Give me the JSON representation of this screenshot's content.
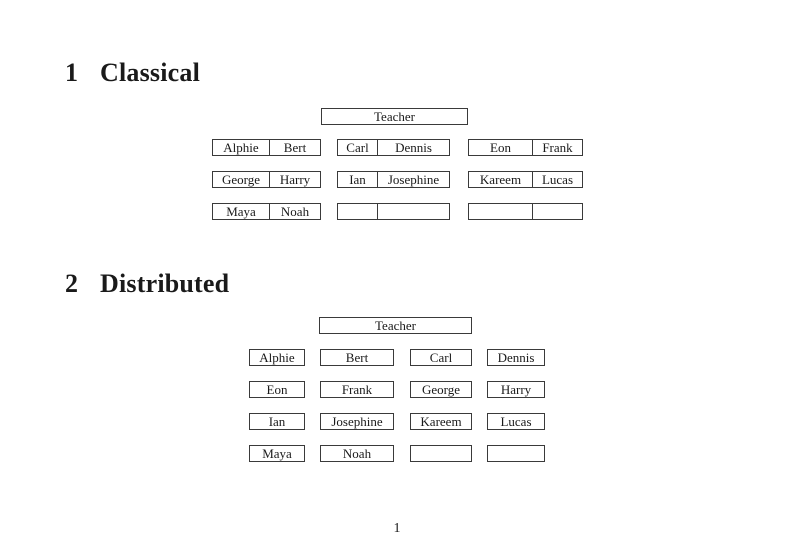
{
  "page": {
    "number": "1"
  },
  "colors": {
    "paper": "#ffffff",
    "ink": "#1a1a1a",
    "rule": "#3a3a3a"
  },
  "sections": [
    {
      "number": "1",
      "title": "Classical",
      "teacher_label": "Teacher",
      "layout": "three columns of two-seat desks",
      "rows": [
        [
          [
            "Alphie",
            "Bert"
          ],
          [
            "Carl",
            "Dennis"
          ],
          [
            "Eon",
            "Frank"
          ]
        ],
        [
          [
            "George",
            "Harry"
          ],
          [
            "Ian",
            "Josephine"
          ],
          [
            "Kareem",
            "Lucas"
          ]
        ],
        [
          [
            "Maya",
            "Noah"
          ],
          [
            "",
            ""
          ],
          [
            "",
            ""
          ]
        ]
      ]
    },
    {
      "number": "2",
      "title": "Distributed",
      "teacher_label": "Teacher",
      "layout": "four columns of single-seat desks",
      "rows": [
        [
          "Alphie",
          "Bert",
          "Carl",
          "Dennis"
        ],
        [
          "Eon",
          "Frank",
          "George",
          "Harry"
        ],
        [
          "Ian",
          "Josephine",
          "Kareem",
          "Lucas"
        ],
        [
          "Maya",
          "Noah",
          "",
          ""
        ]
      ]
    }
  ]
}
